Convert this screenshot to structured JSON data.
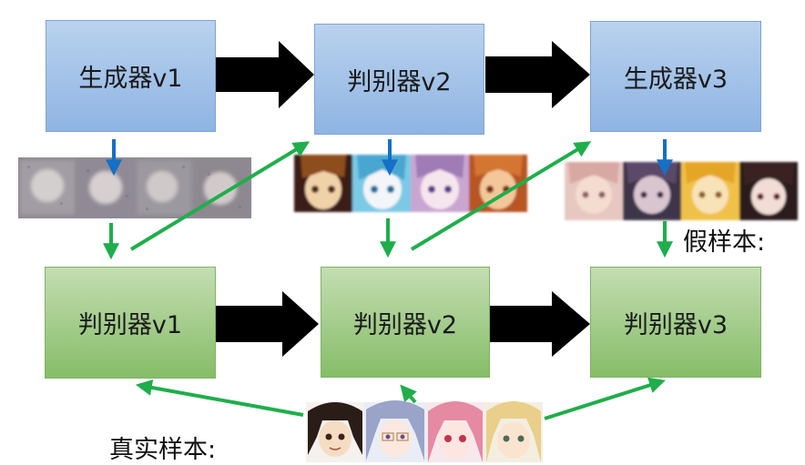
{
  "top_row": {
    "generator_v1": "生成器v1",
    "discriminator_v2": "判别器v2",
    "generator_v3": "生成器v3"
  },
  "bottom_row": {
    "discriminator_v1": "判别器v1",
    "discriminator_v2": "判别器v2",
    "discriminator_v3": "判别器v3"
  },
  "labels": {
    "fake_samples": "假样本:",
    "real_samples": "真实样本:"
  },
  "colors": {
    "blue_box": "#8fb4e3",
    "green_box": "#86bd68",
    "green_arrow": "#1fae4b",
    "blue_arrow": "#1570c6",
    "black_arrow": "#000000"
  }
}
